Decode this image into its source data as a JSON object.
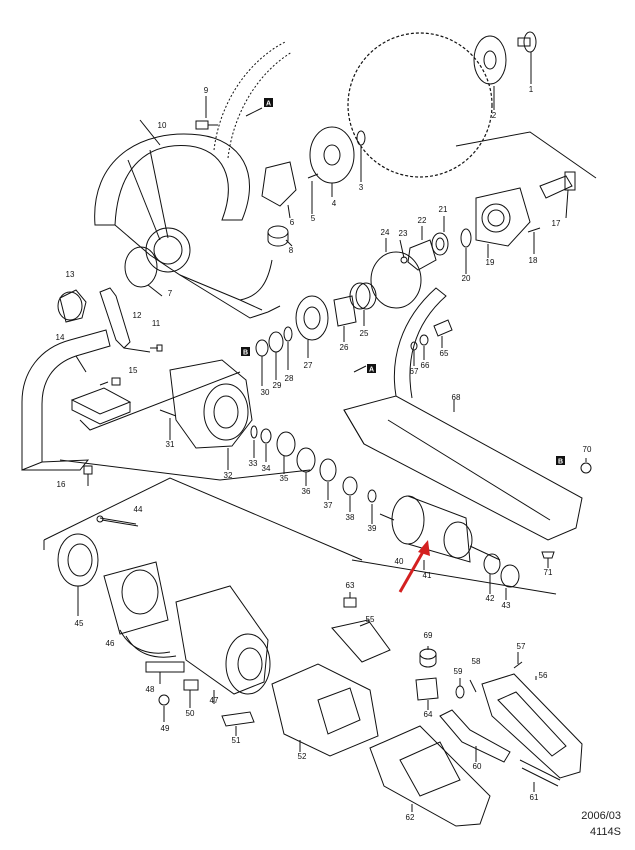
{
  "diagram": {
    "part_numbers": [
      "1",
      "2",
      "3",
      "4",
      "5",
      "6",
      "7",
      "8",
      "9",
      "10",
      "11",
      "12",
      "13",
      "14",
      "15",
      "16",
      "17",
      "18",
      "19",
      "20",
      "21",
      "22",
      "23",
      "24",
      "25",
      "26",
      "27",
      "28",
      "29",
      "30",
      "31",
      "32",
      "33",
      "34",
      "35",
      "36",
      "37",
      "38",
      "39",
      "40",
      "41",
      "42",
      "43",
      "44",
      "45",
      "46",
      "47",
      "48",
      "49",
      "50",
      "51",
      "52",
      "55",
      "56",
      "57",
      "58",
      "59",
      "60",
      "61",
      "62",
      "63",
      "64",
      "65",
      "66",
      "67",
      "68",
      "69",
      "70",
      "71"
    ],
    "view_markers": [
      "A",
      "A",
      "B",
      "B"
    ],
    "highlight_arrow": {
      "color": "#d42020",
      "points_to_part": "41"
    },
    "date": "2006/03",
    "model": "4114S"
  }
}
